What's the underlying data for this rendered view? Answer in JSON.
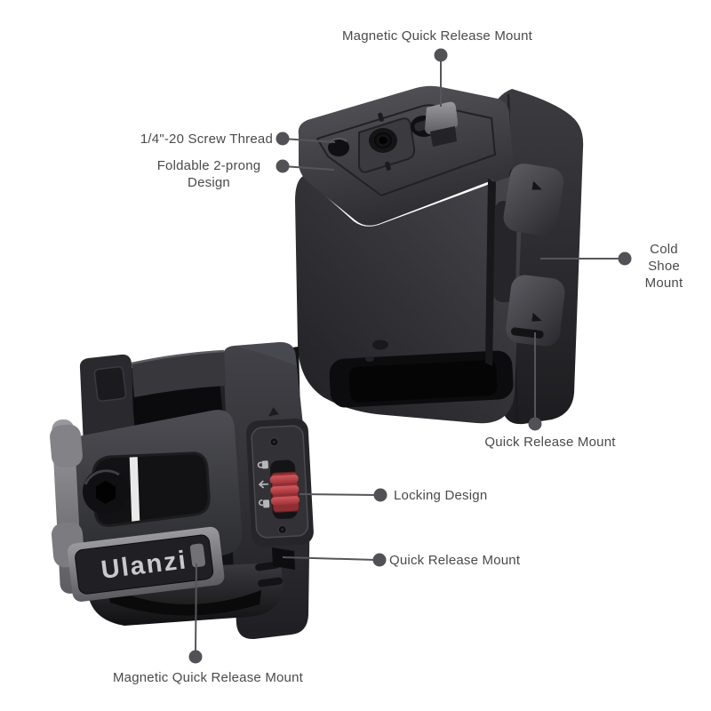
{
  "figure": {
    "type": "annotated-product-diagram"
  },
  "product": {
    "brand": "Ulanzi"
  },
  "annotations": {
    "magnetic_top": "Magnetic Quick Release Mount",
    "screw_thread": "1/4\"-20 Screw Thread",
    "foldable_line1": "Foldable 2-prong",
    "foldable_line2": "Design",
    "cold_shoe_line1": "Cold Shoe",
    "cold_shoe_line2": "Mount",
    "quick_release_right": "Quick Release Mount",
    "locking": "Locking Design",
    "quick_release_lower": "Quick Release Mount",
    "magnetic_bottom": "Magnetic Quick Release Mount"
  },
  "lock_panel": {
    "icons": [
      "lock-closed",
      "arrow-left",
      "lock-open"
    ]
  },
  "colors": {
    "background": "#ffffff",
    "label_text": "#4a4a4c",
    "leader_line": "#56565a",
    "leader_dot": "#525256",
    "product_body_dark": "#2e2e33",
    "product_shadow": "#131315",
    "highlight_gray": "#8a8a8f",
    "lock_switch_red": "#c24b50",
    "logo_text": "#c9c9cb",
    "logo_plate": "#202024"
  }
}
